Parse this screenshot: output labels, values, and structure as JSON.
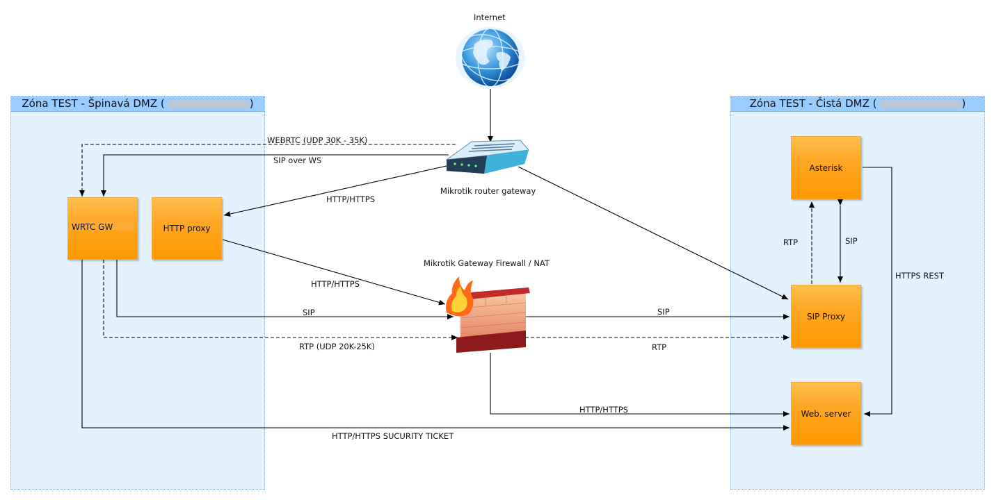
{
  "zones": {
    "dirty": {
      "title": "Zóna TEST - Špinavá DMZ (",
      "suffix": ")"
    },
    "clean": {
      "title": "Zóna TEST - Čistá DMZ (",
      "suffix": ")"
    }
  },
  "nodes": {
    "internet": "Internet",
    "router": "Mikrotik router gateway",
    "firewall": "Mikrotik Gateway Firewall / NAT",
    "wrtc_gw": "WRTC GW",
    "http_proxy": "HTTP proxy",
    "asterisk": "Asterisk",
    "sip_proxy": "SIP Proxy",
    "web_server": "Web. server"
  },
  "edges": {
    "webrtc": "WEBRTC (UDP 30K - 35K)",
    "sip_over_ws": "SIP over WS",
    "router_http": "HTTP/HTTPS",
    "proxy_http": "HTTP/HTTPS",
    "wrtc_sip": "SIP",
    "wrtc_rtp": "RTP (UDP 20K-25K)",
    "fw_sip": "SIP",
    "fw_rtp": "RTP",
    "fw_http": "HTTP/HTTPS",
    "ticket": "HTTP/HTTPS SUCURITY TICKET",
    "ast_rtp": "RTP",
    "ast_sip": "SIP",
    "https_rest": "HTTPS REST"
  },
  "colors": {
    "node_fill": "#ff9800",
    "node_top": "#ffc14d",
    "zone_fill": "#e3f2fd",
    "zone_header": "#99ccff"
  },
  "icons": {
    "internet": "globe-icon",
    "router": "router-icon",
    "firewall": "firewall-icon"
  }
}
